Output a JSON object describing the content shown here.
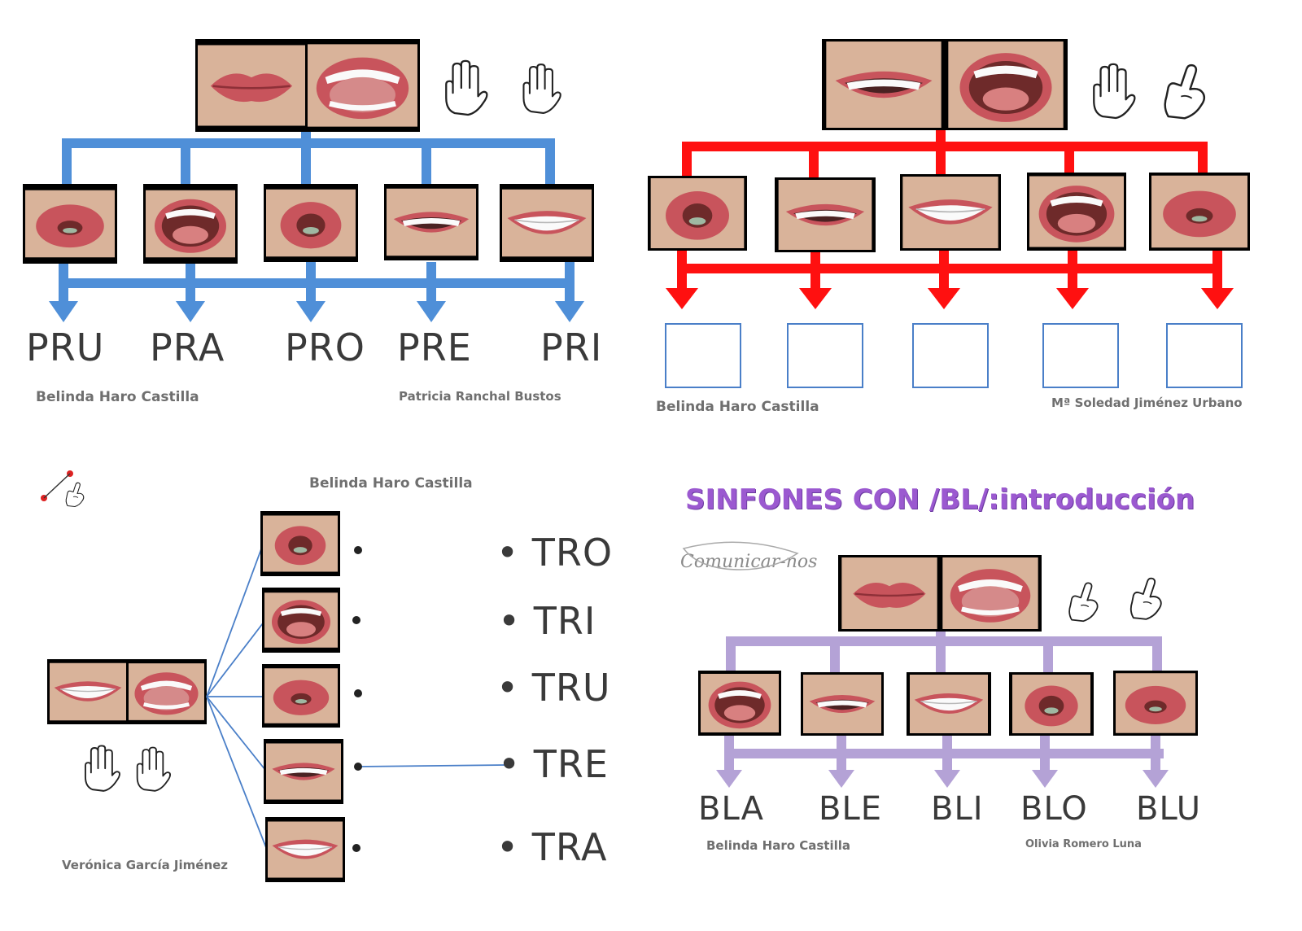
{
  "panels": {
    "pr": {
      "syllables": [
        "PRU",
        "PRA",
        "PRO",
        "PRE",
        "PRI"
      ],
      "credits": [
        "Belinda Haro Castilla",
        "Patricia Ranchal Bustos"
      ],
      "color": "#4f8fd8"
    },
    "br": {
      "credits": [
        "Belinda Haro Castilla",
        "Mª Soledad  Jiménez  Urbano"
      ],
      "color": "#ff1010",
      "box_color": "#4a7fc8"
    },
    "tr": {
      "credits": [
        "Belinda Haro Castilla",
        "Verónica García Jiménez"
      ],
      "syllables": [
        "TRO",
        "TRI",
        "TRU",
        "TRE",
        "TRA"
      ],
      "line_color": "#4a7fc8"
    },
    "bl": {
      "title": "SINFONES CON /BL/:introducción",
      "logo": "Comunicar-nos",
      "syllables": [
        "BLA",
        "BLE",
        "BLI",
        "BLO",
        "BLU"
      ],
      "credits": [
        "Belinda Haro Castilla",
        "Olivia Romero Luna"
      ],
      "color": "#b4a2d6",
      "title_color": "#9b59d0"
    }
  },
  "mouth_photos": {
    "lip_color": "#c8545c",
    "skin_color": "#d9b39a",
    "teeth_color": "#fafafa",
    "inside_color": "#6e2a2a"
  },
  "icons": [
    "hand-sign-icon",
    "pointer-hand-icon"
  ]
}
